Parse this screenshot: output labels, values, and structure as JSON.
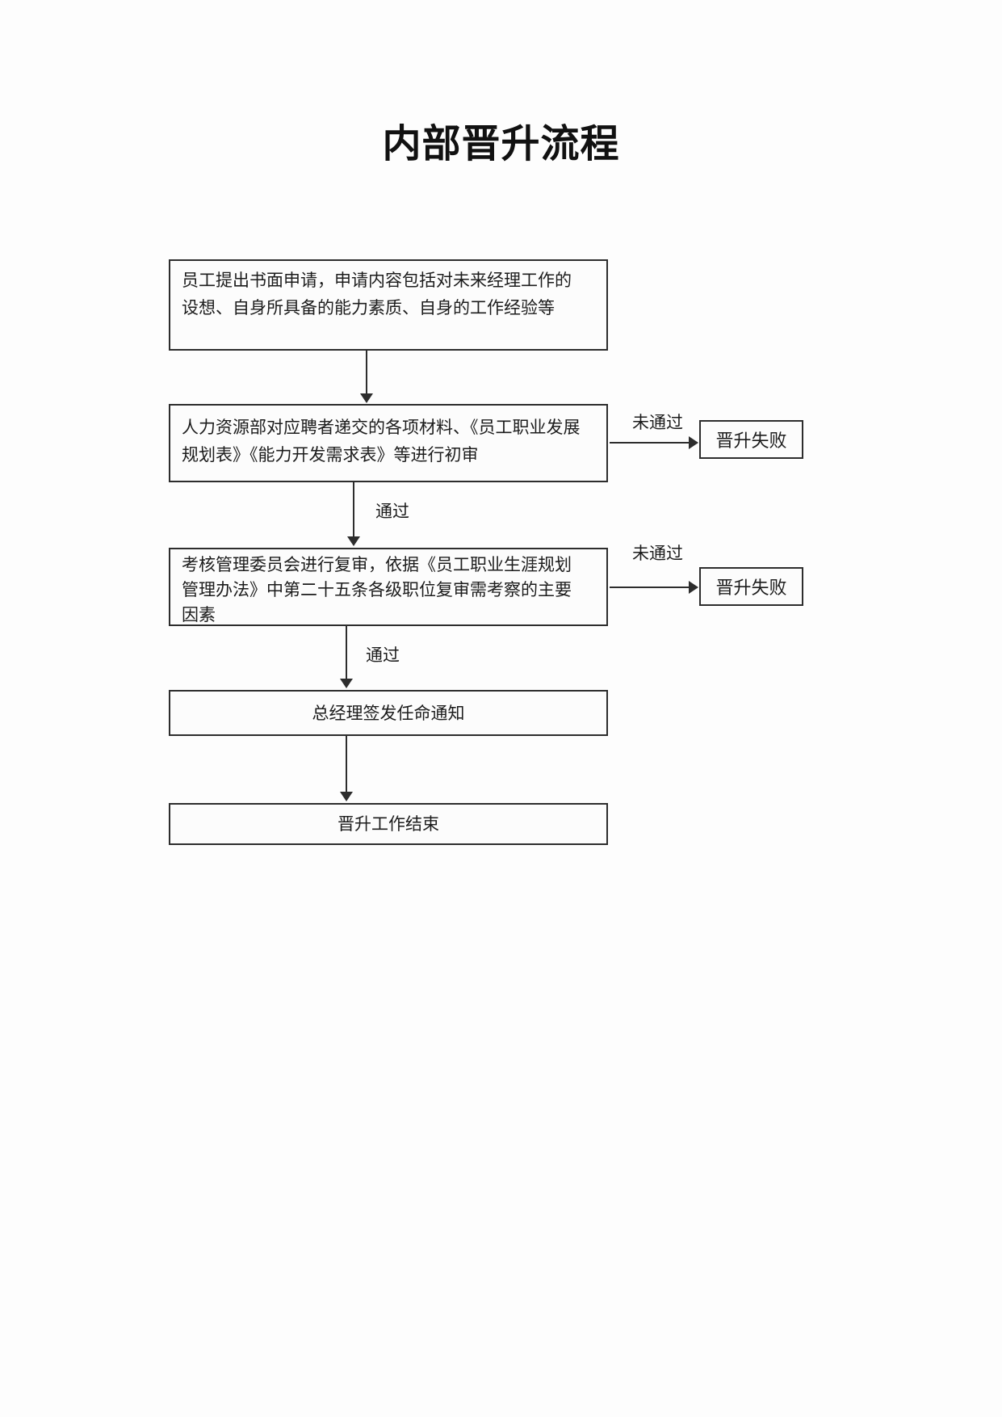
{
  "page": {
    "title": "内部晋升流程"
  },
  "flowchart": {
    "steps": {
      "step1": {
        "lines": [
          "员工提出书面申请，申请内容包括对未来经理工作的",
          "设想、自身所具备的能力素质、自身的工作经验等"
        ]
      },
      "step2": {
        "lines": [
          "人力资源部对应聘者递交的各项材料、《员工职业发展",
          "规划表》《能力开发需求表》等进行初审"
        ]
      },
      "step3": {
        "lines": [
          "考核管理委员会进行复审，依据《员工职业生涯规划",
          "管理办法》中第二十五条各级职位复审需考察的主要",
          "因素"
        ]
      },
      "step4": {
        "text": "总经理签发任命通知"
      },
      "step5": {
        "text": "晋升工作结束"
      }
    },
    "outcomes": {
      "fail1": "晋升失败",
      "fail2": "晋升失败"
    },
    "edge_labels": {
      "pass1": "通过",
      "pass2": "通过",
      "fail1": "未通过",
      "fail2": "未通过"
    },
    "colors": {
      "line": "#2d2d2d",
      "text": "#1c1c1c",
      "paper": "#fdfdfd"
    }
  }
}
